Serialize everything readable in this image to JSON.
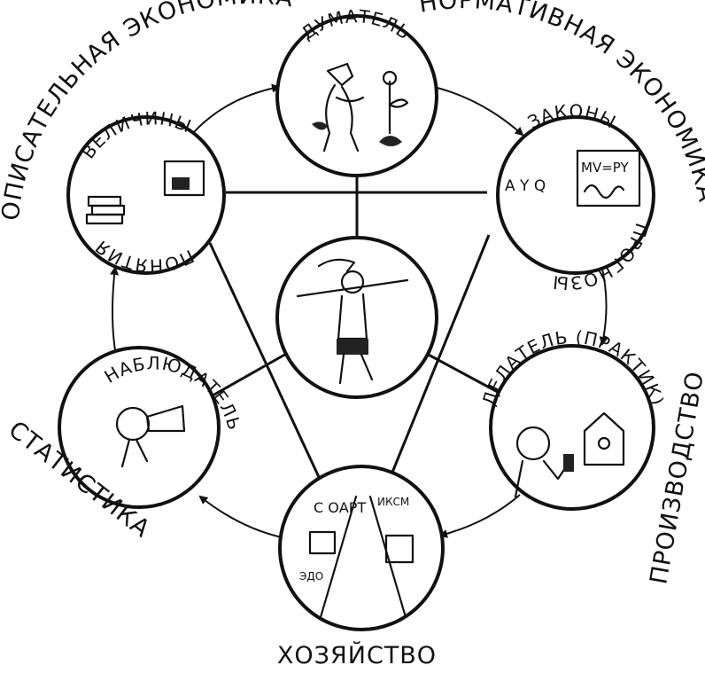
{
  "nodes": {
    "thinker": {
      "label": "ДУМАТЕЛЬ"
    },
    "laws": {
      "label_top": "ЗАКОНЫ",
      "label_bottom": "ПРОГНОЗЫ",
      "formula": "MV=PY",
      "symbols": "A Y Q"
    },
    "doer": {
      "label": "ДЕЛАТЕЛЬ (ПРАКТИК)"
    },
    "economy": {
      "label": "С ОАРТ",
      "sublabel": "ИКСМ",
      "tag": "ЭДО"
    },
    "observer": {
      "label": "НАБЛЮДАТЕЛЬ"
    },
    "concepts": {
      "label_top": "ВЕЛИЧИНЫ",
      "label_bottom": "ПОНЯТИЯ"
    },
    "center": {}
  },
  "outer_labels": {
    "descriptive": "ОПИСАТЕЛЬНАЯ ЭКОНОМИКА",
    "normative": "НОРМАТИВНАЯ ЭКОНОМИКА",
    "production": "ПРОИЗВОДСТВО",
    "household": "ХОЗЯЙСТВО",
    "statistics": "СТАТИСТИКА"
  }
}
